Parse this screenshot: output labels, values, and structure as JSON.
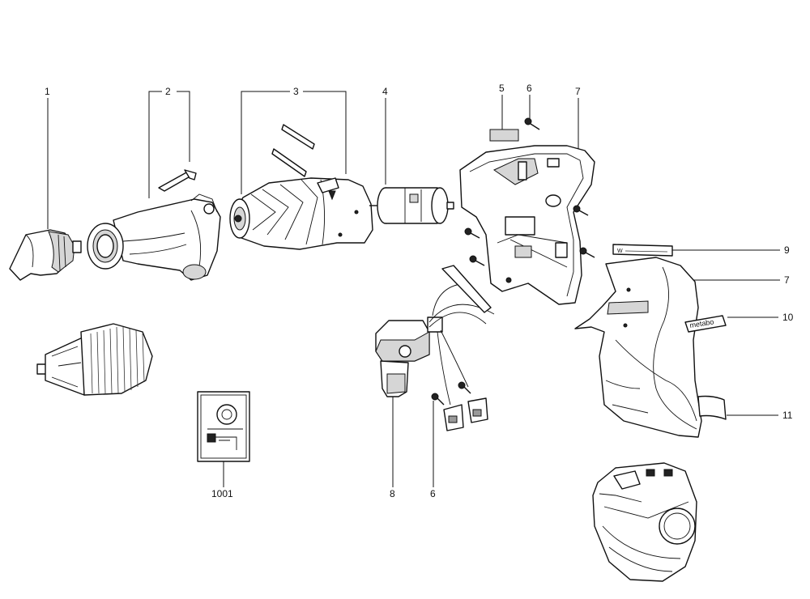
{
  "diagram": {
    "part_numbers": {
      "p1": "1",
      "p2": "2",
      "p3": "3",
      "p4": "4",
      "p5": "5",
      "p6_top": "6",
      "p7_top": "7",
      "p9": "9",
      "p7_right": "7",
      "p10": "10",
      "p11": "11",
      "p1001": "1001",
      "p8": "8",
      "p6_bottom": "6"
    },
    "printed_text": {
      "brand_sticker": "metabo",
      "rating_plate": "W"
    }
  }
}
